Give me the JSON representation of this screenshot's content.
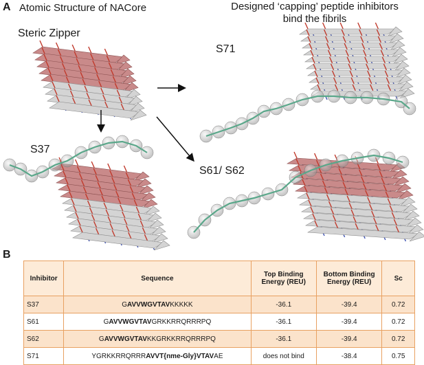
{
  "panel_a": {
    "letter": "A",
    "left_title": "Atomic Structure of NACore",
    "right_title_line1": "Designed ‘capping’ peptide inhibitors",
    "right_title_line2": "bind the fibrils",
    "labels": {
      "steric_zipper": "Steric Zipper",
      "s71": "S71",
      "s37": "S37",
      "s61_s62": "S61/ S62"
    }
  },
  "panel_b": {
    "letter": "B",
    "headers": {
      "inhibitor": "Inhibitor",
      "sequence": "Sequence",
      "top_binding_1": "Top Binding",
      "top_binding_2": "Energy (REU)",
      "bottom_binding_1": "Bottom Binding",
      "bottom_binding_2": "Energy (REU)",
      "sc": "Sc"
    },
    "rows": [
      {
        "inhibitor": "S37",
        "seq_pre": "G",
        "seq_bold": "AVVWGVTAV",
        "seq_post": "KKKKK",
        "top": "-36.1",
        "bottom": "-39.4",
        "sc": "0.72"
      },
      {
        "inhibitor": "S61",
        "seq_pre": "G",
        "seq_bold": "AVVWGVTAV",
        "seq_post": "GRKKRRQRRRPQ",
        "top": "-36.1",
        "bottom": "-39.4",
        "sc": "0.72"
      },
      {
        "inhibitor": "S62",
        "seq_pre": "G",
        "seq_bold": "AVVWGVTAV",
        "seq_post": "KKGRKKRRQRRRPQ",
        "top": "-36.1",
        "bottom": "-39.4",
        "sc": "0.72"
      },
      {
        "inhibitor": "S71",
        "seq_pre": "YGRKKRRQRRR",
        "seq_bold": "AVVT{nme-Gly}VTAV",
        "seq_post": "AE",
        "top": "does not bind",
        "bottom": "-38.4",
        "sc": "0.75"
      }
    ]
  },
  "colors": {
    "strand_pink": "#c98a8a",
    "strand_grey": "#d4d4d4",
    "table_border": "#e8a060",
    "table_fill": "#fbe3cb",
    "peptide_green": "#5aa78a"
  }
}
